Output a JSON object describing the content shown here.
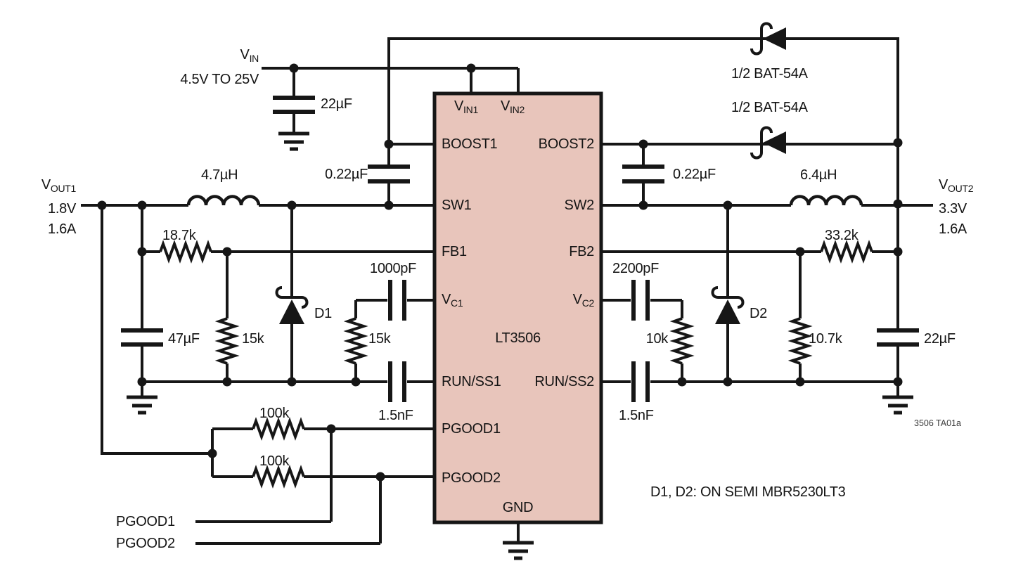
{
  "ic": {
    "part_number": "LT3506",
    "pins": {
      "vin1": {
        "main": "V",
        "sub": "IN1"
      },
      "vin2": {
        "main": "V",
        "sub": "IN2"
      },
      "boost1": "BOOST1",
      "boost2": "BOOST2",
      "sw1": "SW1",
      "sw2": "SW2",
      "fb1": "FB1",
      "fb2": "FB2",
      "vc1": {
        "main": "V",
        "sub": "C1"
      },
      "vc2": {
        "main": "V",
        "sub": "C2"
      },
      "runss1": "RUN/SS1",
      "runss2": "RUN/SS2",
      "pgood1": "PGOOD1",
      "pgood2": "PGOOD2",
      "gnd": "GND"
    }
  },
  "input": {
    "label": {
      "main": "V",
      "sub": "IN"
    },
    "range": "4.5V TO 25V",
    "bulk_cap": "22µF"
  },
  "output1": {
    "label": {
      "main": "V",
      "sub": "OUT1"
    },
    "voltage": "1.8V",
    "current": "1.6A"
  },
  "output2": {
    "label": {
      "main": "V",
      "sub": "OUT2"
    },
    "voltage": "3.3V",
    "current": "1.6A"
  },
  "channel1": {
    "inductor": "4.7µH",
    "boost_cap": "0.22µF",
    "fb_top_res": "18.7k",
    "fb_bottom_res": "15k",
    "out_cap": "47µF",
    "vc_cap": "1000pF",
    "vc_res": "15k",
    "ss_cap": "1.5nF",
    "catch_diode": "D1"
  },
  "channel2": {
    "inductor": "6.4µH",
    "boost_cap": "0.22µF",
    "fb_top_res": "33.2k",
    "fb_bottom_res": "10.7k",
    "out_cap": "22µF",
    "vc_cap": "2200pF",
    "vc_res": "10k",
    "ss_cap": "1.5nF",
    "catch_diode": "D2"
  },
  "boost_diodes": {
    "diode1": "1/2 BAT-54A",
    "diode2": "1/2 BAT-54A"
  },
  "pgood": {
    "pullup1": "100k",
    "pullup2": "100k",
    "signal1": "PGOOD1",
    "signal2": "PGOOD2"
  },
  "notes": {
    "diode_note": "D1, D2: ON SEMI MBR5230LT3",
    "figure_ref": "3506 TA01a"
  },
  "colors": {
    "ic_fill": "#e8c5bb",
    "line": "#161616",
    "background": "#ffffff"
  }
}
